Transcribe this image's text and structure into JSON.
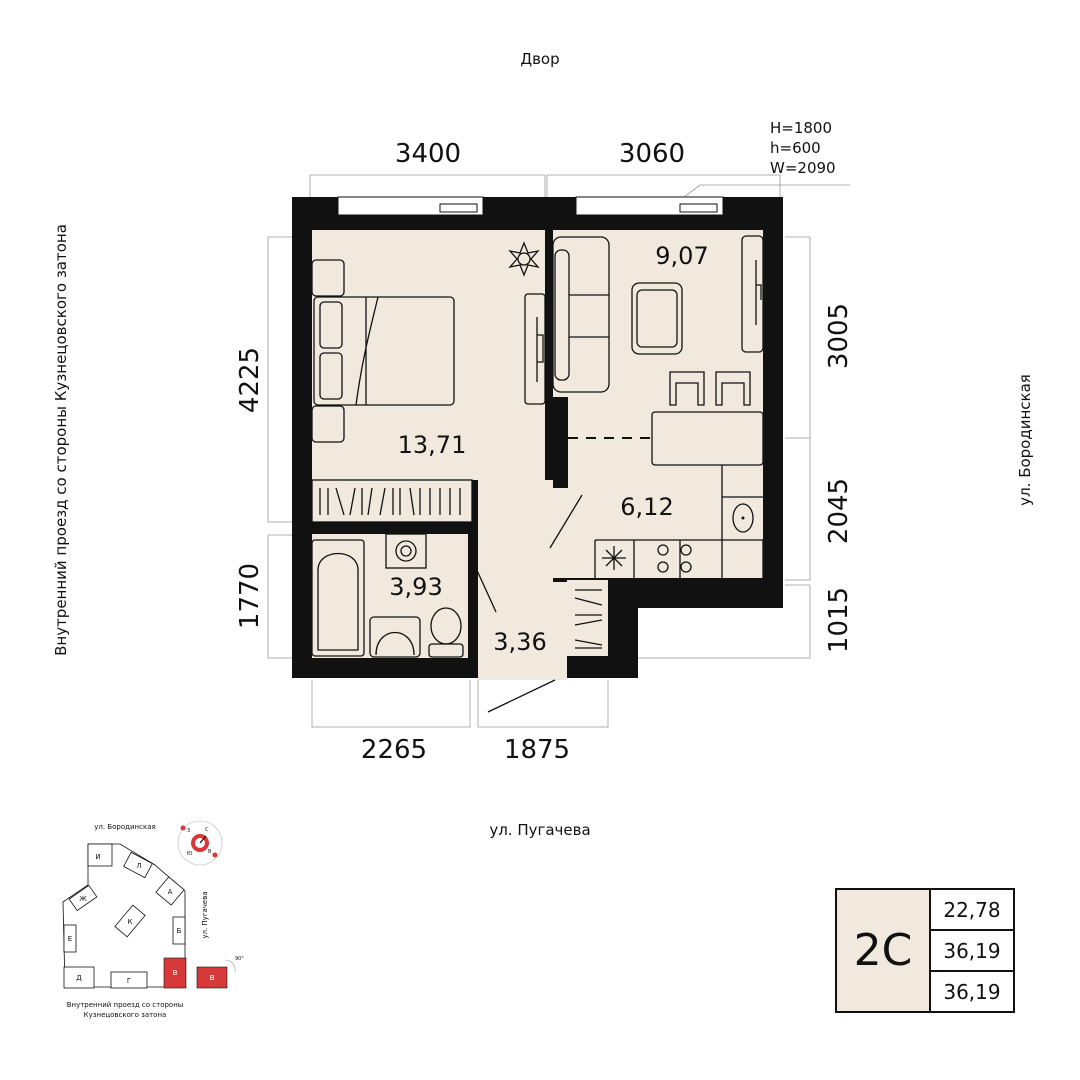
{
  "labels": {
    "top": "Двор",
    "bottom": "ул. Пугачева",
    "right": "ул. Бородинская",
    "left": "Внутренний проезд со стороны Кузнецовского затона"
  },
  "window_spec": {
    "h_total": "H=1800",
    "h_sill": "h=600",
    "width": "W=2090"
  },
  "dimensions": {
    "top_left": "3400",
    "top_right": "3060",
    "left_upper": "4225",
    "left_lower": "1770",
    "right_upper": "3005",
    "right_middle": "2045",
    "right_lower": "1015",
    "bottom_left": "2265",
    "bottom_right": "1875"
  },
  "rooms": {
    "bedroom": "13,71",
    "living": "9,07",
    "kitchen": "6,12",
    "bathroom": "3,93",
    "hall": "3,36"
  },
  "site_map": {
    "street_top": "ул. Бородинская",
    "street_right": "ул. Пугачева",
    "bottom_line1": "Внутренний проезд со стороны",
    "bottom_line2": "Кузнецовского затона",
    "buildings": {
      "i": "И",
      "l": "Л",
      "a": "А",
      "zh": "Ж",
      "k": "К",
      "b": "Б",
      "e": "Е",
      "d": "Д",
      "g": "Г",
      "v": "В",
      "v2": "В"
    },
    "compass": {
      "n": "С",
      "s": "Ю",
      "e": "В",
      "w": "З"
    },
    "rotation": "90°"
  },
  "summary": {
    "type": "2С",
    "living_area": "22,78",
    "total_area": "36,19",
    "total_area_2": "36,19"
  },
  "colors": {
    "floor": "#f1e9de",
    "wall": "#111111",
    "accent": "#d7393b"
  }
}
